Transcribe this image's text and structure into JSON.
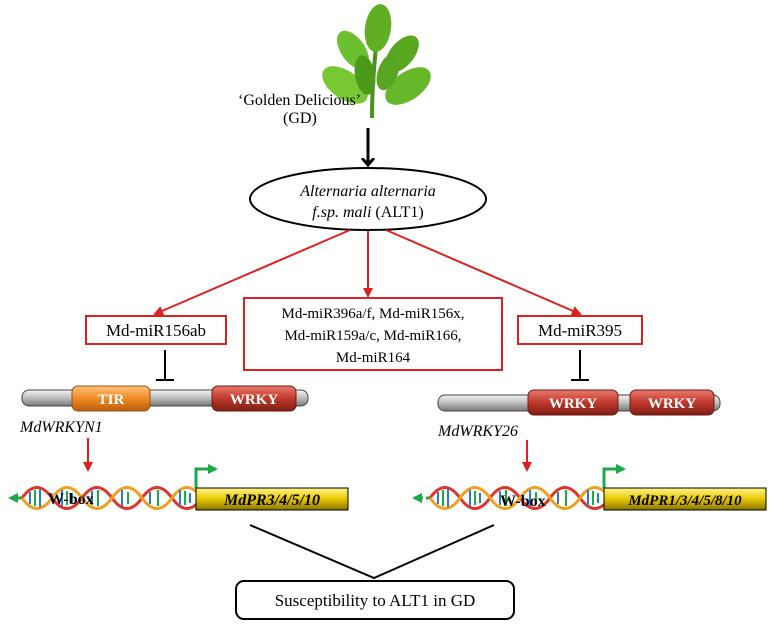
{
  "plant": {
    "label_line1": "‘Golden Delicious’",
    "label_line2": "(GD)"
  },
  "pathogen": {
    "line1": "Alternaria alternaria",
    "line2_italic": "f.sp. mali",
    "line2_rest": " (ALT1)"
  },
  "mirnas": {
    "left": "Md-miR156ab",
    "center_lines": [
      "Md-miR396a/f, Md-miR156x,",
      "Md-miR159a/c, Md-miR166,",
      "Md-miR164"
    ],
    "right": "Md-miR395"
  },
  "genes": {
    "left": {
      "name": "MdWRKYN1",
      "domains": [
        "TIR",
        "WRKY"
      ],
      "wbox": "W-box",
      "target": "MdPR3/4/5/10"
    },
    "right": {
      "name": "MdWRKY26",
      "domains": [
        "WRKY",
        "WRKY"
      ],
      "wbox": "W-box",
      "target": "MdPR1/3/4/5/8/10"
    }
  },
  "outcome": "Susceptibility to ALT1 in GD",
  "colors": {
    "red_arrow": "#e02020",
    "tir_domain": "#f08a24",
    "wrky_domain": "#c0392b",
    "promoter_box": "#e6c800",
    "green_arrow": "#1aa84a"
  }
}
